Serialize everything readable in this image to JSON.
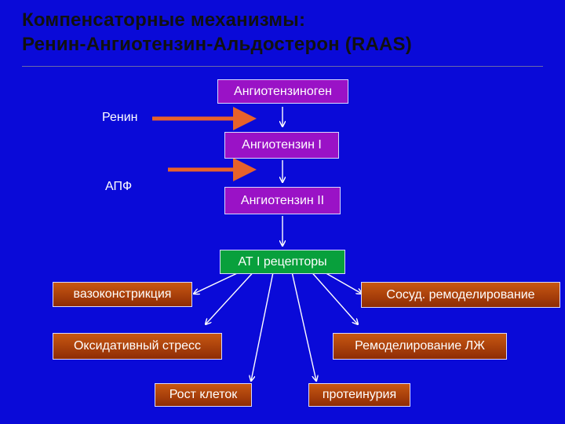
{
  "title": {
    "line1": "Компенсаторные механизмы:",
    "line2": "Ренин-Ангиотензин-Альдостерон (RAAS)"
  },
  "nodes": {
    "angiotensinogen": "Ангиотензиноген",
    "renin": "Ренин",
    "angiotensin1": "Ангиотензин I",
    "apf": "АПФ",
    "angiotensin2": "Ангиотензин II",
    "receptors": "АТ I рецепторы",
    "vasoconstriction": "вазоконстрикция",
    "vascular_remodeling": "Сосуд. ремоделирование",
    "oxidative_stress": "Оксидативный стресс",
    "lv_remodeling": "Ремоделирование ЛЖ",
    "cell_growth": "Рост клеток",
    "proteinuria": "протеинурия"
  },
  "colors": {
    "background": "#0a0ad8",
    "cascade_box": "#9a12c6",
    "receptor_box": "#08a03c",
    "effect_box": "#c85812",
    "enzyme_arrow": "#e8622a"
  }
}
